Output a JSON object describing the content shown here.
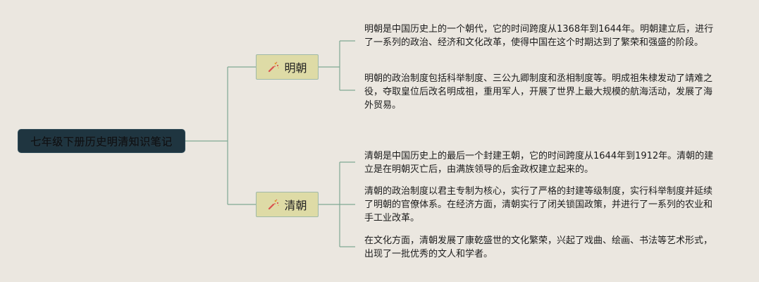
{
  "root": {
    "title": "七年级下册历史明清知识笔记"
  },
  "branches": [
    {
      "label": "明朝",
      "icon": "party-popper-icon",
      "notes": [
        "明朝是中国历史上的一个朝代，它的时间跨度从1368年到1644年。明朝建立后，进行了一系列的政治、经济和文化改革，使得中国在这个时期达到了繁荣和强盛的阶段。",
        "明朝的政治制度包括科举制度、三公九卿制度和丞相制度等。明成祖朱棣发动了靖难之役，夺取皇位后改名明成祖，重用军人，开展了世界上最大规模的航海活动，发展了海外贸易。"
      ]
    },
    {
      "label": "清朝",
      "icon": "party-popper-icon",
      "notes": [
        "清朝是中国历史上的最后一个封建王朝，它的时间跨度从1644年到1912年。清朝的建立是在明朝灭亡后，由满族领导的后金政权建立起来的。",
        "清朝的政治制度以君主专制为核心，实行了严格的封建等级制度，实行科举制度并延续了明朝的官僚体系。在经济方面，清朝实行了闭关锁国政策，并进行了一系列的农业和手工业改革。",
        "在文化方面，清朝发展了康乾盛世的文化繁荣，兴起了戏曲、绘画、书法等艺术形式，出现了一批优秀的文人和学者。"
      ]
    }
  ],
  "colors": {
    "background": "#ebe7e0",
    "root_fill": "#1f3540",
    "branch_fill": "#dedba6",
    "connector": "#7fa894"
  }
}
